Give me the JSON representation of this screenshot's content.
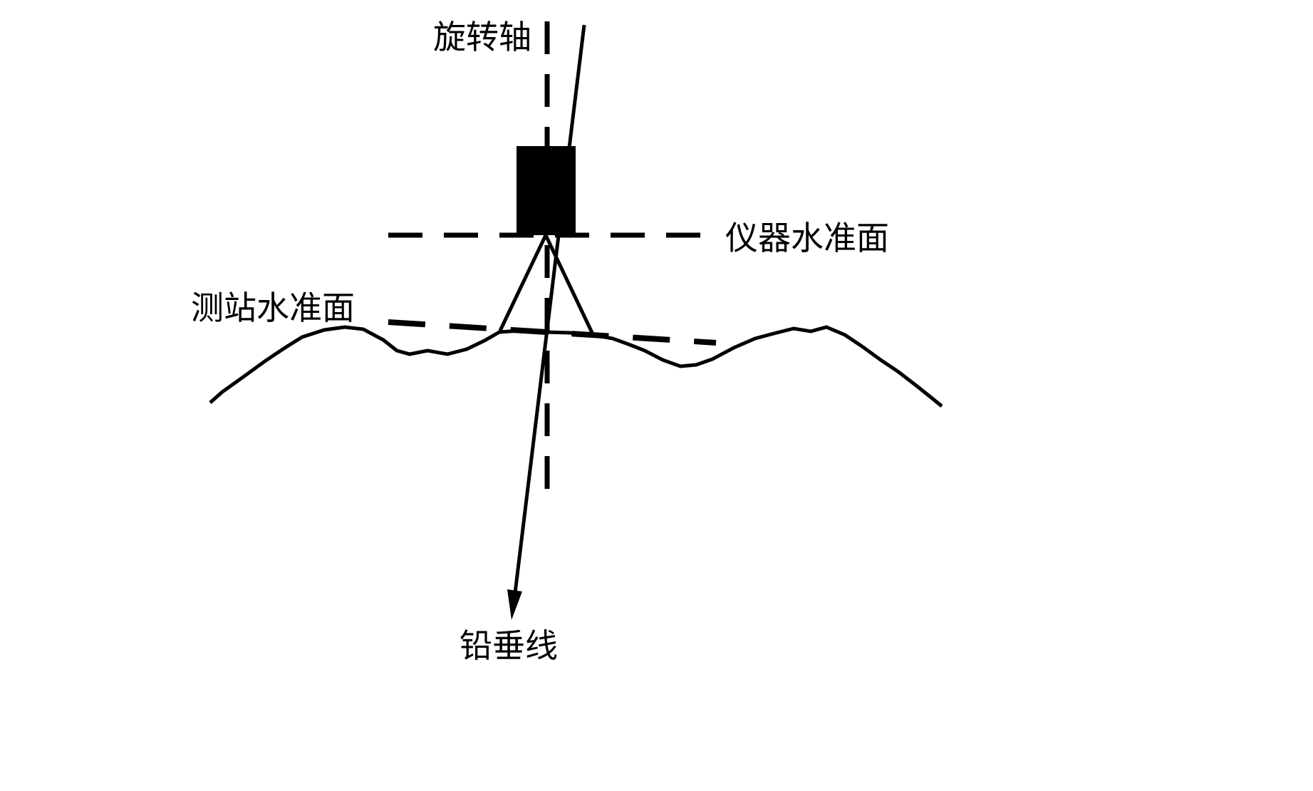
{
  "diagram": {
    "title": "surveying-instrument-level-surfaces-diagram",
    "labels": {
      "rotation_axis": "旋转轴",
      "instrument_level_surface": "仪器水准面",
      "station_level_surface": "测站水准面",
      "plumb_line": "铅垂线"
    },
    "colors": {
      "line": "#000000",
      "background": "#ffffff"
    }
  }
}
